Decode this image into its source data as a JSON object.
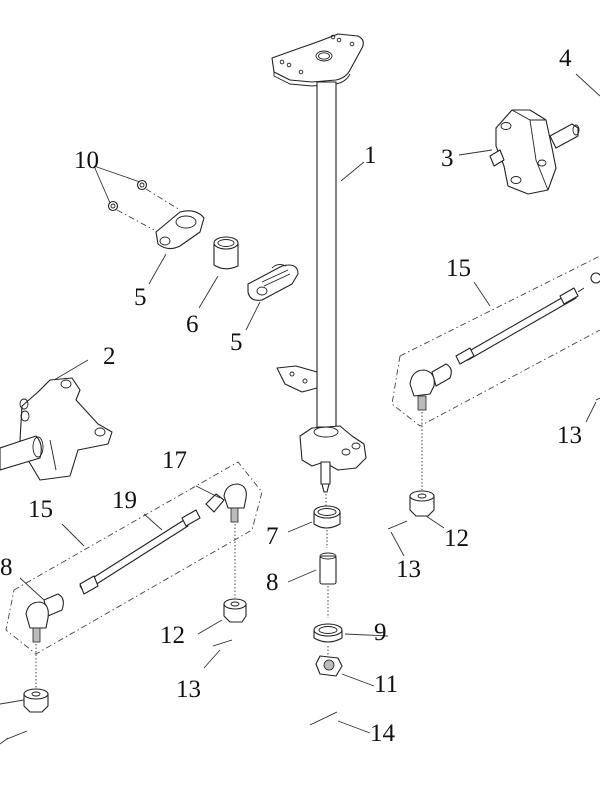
{
  "diagram": {
    "type": "exploded-parts-view",
    "subject": "steering column assembly",
    "callouts": [
      {
        "id": "c1",
        "label": "1",
        "part": "steering-column"
      },
      {
        "id": "c2",
        "label": "2",
        "part": "steering-knuckle-left"
      },
      {
        "id": "c3",
        "label": "3",
        "part": "steering-knuckle-right"
      },
      {
        "id": "c4",
        "label": "4",
        "part": "knuckle-spindle"
      },
      {
        "id": "c5a",
        "label": "5",
        "part": "column-clamp-upper"
      },
      {
        "id": "c5b",
        "label": "5",
        "part": "column-clamp-lower"
      },
      {
        "id": "c6",
        "label": "6",
        "part": "column-bushing"
      },
      {
        "id": "c7",
        "label": "7",
        "part": "bearing-upper"
      },
      {
        "id": "c8a",
        "label": "8",
        "part": "spacer-sleeve"
      },
      {
        "id": "c8b",
        "label": "8",
        "part": "tie-rod-end-left"
      },
      {
        "id": "c9",
        "label": "9",
        "part": "bearing-lower"
      },
      {
        "id": "c10",
        "label": "10",
        "part": "clamp-nuts"
      },
      {
        "id": "c11",
        "label": "11",
        "part": "flange-nut"
      },
      {
        "id": "c12a",
        "label": "12",
        "part": "castle-nut-right"
      },
      {
        "id": "c12b",
        "label": "12",
        "part": "castle-nut-left"
      },
      {
        "id": "c13a",
        "label": "13",
        "part": "cotter-pin-center"
      },
      {
        "id": "c13b",
        "label": "13",
        "part": "cotter-pin-left"
      },
      {
        "id": "c13c",
        "label": "13",
        "part": "cotter-pin-right"
      },
      {
        "id": "c14",
        "label": "14",
        "part": "cotter-pin-column"
      },
      {
        "id": "c15a",
        "label": "15",
        "part": "tie-rod-assembly-right"
      },
      {
        "id": "c15b",
        "label": "15",
        "part": "tie-rod-assembly-left"
      },
      {
        "id": "c17",
        "label": "17",
        "part": "tie-rod-end-right"
      },
      {
        "id": "c19",
        "label": "19",
        "part": "tie-rod-shaft"
      }
    ]
  }
}
